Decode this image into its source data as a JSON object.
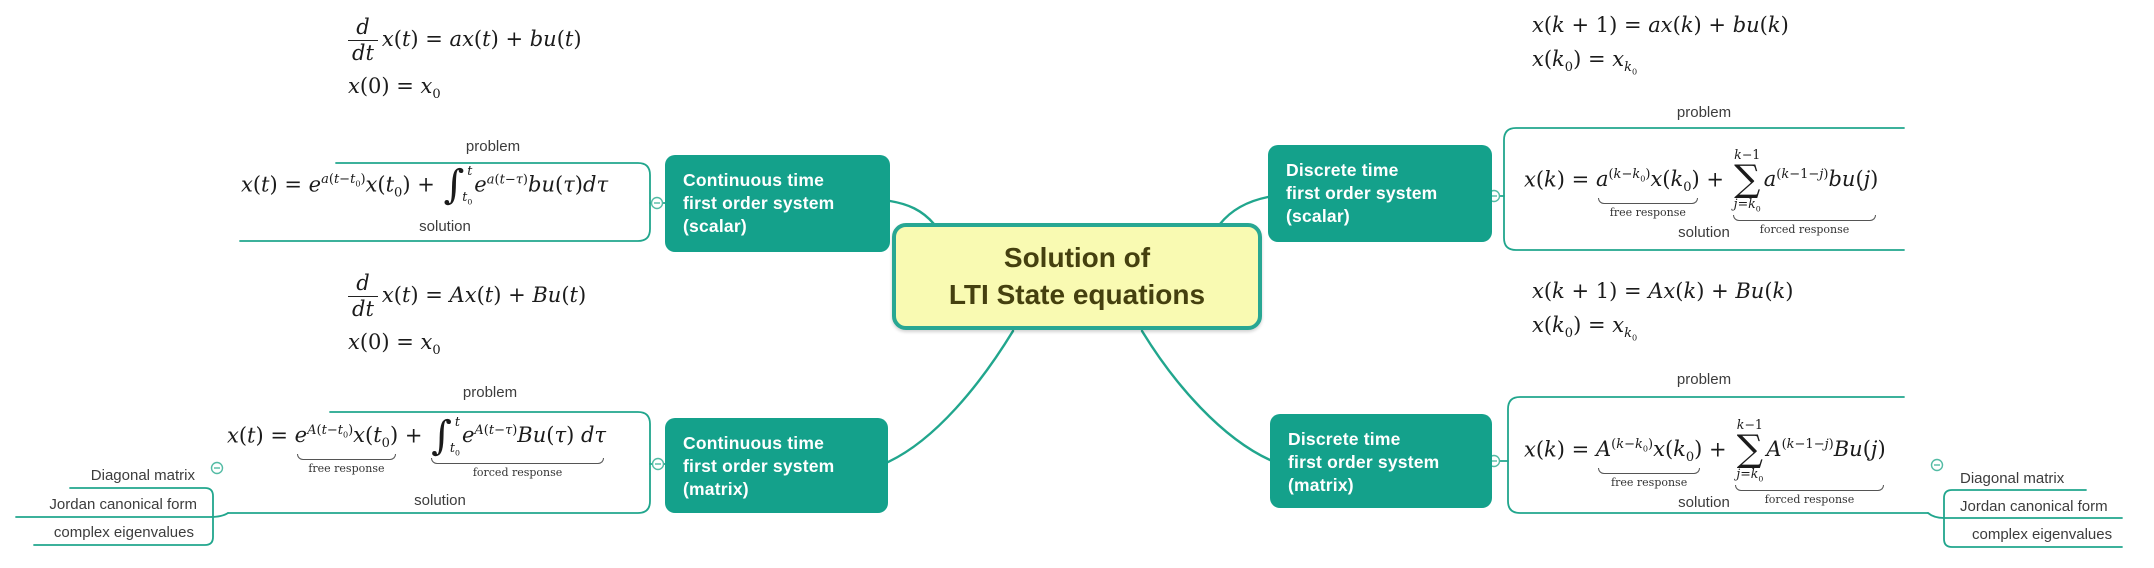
{
  "colors": {
    "branch": "#21a68d",
    "node_fill": "#14a18b",
    "node_text": "#ffffff",
    "central_fill": "#f9fab2",
    "central_border": "#28a793",
    "central_text": "#45400f",
    "label_text": "#3c3c3c",
    "math_text": "#1b1b1b"
  },
  "icons": {
    "toggle": "minus-circle-icon"
  },
  "central": {
    "lines": [
      "Solution of",
      "LTI State equations"
    ]
  },
  "nodes": [
    {
      "id": "ct_scalar",
      "lines": [
        "Continuous time",
        "first order system",
        "(scalar)"
      ]
    },
    {
      "id": "ct_matrix",
      "lines": [
        "Continuous time",
        "first order system",
        "(matrix)"
      ]
    },
    {
      "id": "dt_scalar",
      "lines": [
        "Discrete time",
        "first order system",
        "(scalar)"
      ]
    },
    {
      "id": "dt_matrix",
      "lines": [
        "Discrete time",
        "first order system",
        "(matrix)"
      ]
    }
  ],
  "groups": {
    "ct_scalar": {
      "problem_label": "problem",
      "solution_label": "solution",
      "problem1": [
        [
          "frac",
          [
            [
              "i",
              "d"
            ]
          ],
          [
            [
              "i",
              "dt"
            ]
          ]
        ],
        [
          "i",
          "x"
        ],
        [
          "r",
          "("
        ],
        [
          "i",
          "t"
        ],
        [
          "r",
          ")"
        ],
        [
          "r",
          " = "
        ],
        [
          "i",
          "ax"
        ],
        [
          "r",
          "("
        ],
        [
          "i",
          "t"
        ],
        [
          "r",
          ")"
        ],
        [
          "r",
          " + "
        ],
        [
          "i",
          "bu"
        ],
        [
          "r",
          "("
        ],
        [
          "i",
          "t"
        ],
        [
          "r",
          ")"
        ]
      ],
      "problem2": [
        [
          "i",
          "x"
        ],
        [
          "r",
          "(0)"
        ],
        [
          "r",
          " = "
        ],
        [
          "i",
          "x"
        ],
        [
          "sub",
          [
            [
              "r",
              "0"
            ]
          ]
        ]
      ],
      "solution": [
        [
          "i",
          "x"
        ],
        [
          "r",
          "("
        ],
        [
          "i",
          "t"
        ],
        [
          "r",
          ")"
        ],
        [
          "r",
          " = "
        ],
        [
          "i",
          "e"
        ],
        [
          "sup",
          [
            [
              "i",
              "a"
            ],
            [
              "r",
              "("
            ],
            [
              "i",
              "t"
            ],
            [
              "r",
              "−"
            ],
            [
              "i",
              "t"
            ],
            [
              "sub",
              [
                [
                  "r",
                  "0"
                ]
              ]
            ],
            [
              "r",
              ")"
            ]
          ]
        ],
        [
          "i",
          "x"
        ],
        [
          "r",
          "("
        ],
        [
          "i",
          "t"
        ],
        [
          "sub",
          [
            [
              "r",
              "0"
            ]
          ]
        ],
        [
          "r",
          ")"
        ],
        [
          "r",
          " + "
        ],
        [
          "int",
          [
            [
              "i",
              "t"
            ],
            [
              "sub",
              [
                [
                  "r",
                  "0"
                ]
              ]
            ]
          ],
          [
            [
              "i",
              "t"
            ]
          ]
        ],
        [
          "i",
          "e"
        ],
        [
          "sup",
          [
            [
              "i",
              "a"
            ],
            [
              "r",
              "("
            ],
            [
              "i",
              "t"
            ],
            [
              "r",
              "−"
            ],
            [
              "i",
              "τ"
            ],
            [
              "r",
              ")"
            ]
          ]
        ],
        [
          "i",
          "bu"
        ],
        [
          "r",
          "("
        ],
        [
          "i",
          "τ"
        ],
        [
          "r",
          ")"
        ],
        [
          "i",
          "dτ"
        ]
      ]
    },
    "ct_matrix": {
      "problem_label": "problem",
      "solution_label": "solution",
      "problem1": [
        [
          "frac",
          [
            [
              "i",
              "d"
            ]
          ],
          [
            [
              "i",
              "dt"
            ]
          ]
        ],
        [
          "i",
          "x"
        ],
        [
          "r",
          "("
        ],
        [
          "i",
          "t"
        ],
        [
          "r",
          ")"
        ],
        [
          "r",
          " = "
        ],
        [
          "i",
          "Ax"
        ],
        [
          "r",
          "("
        ],
        [
          "i",
          "t"
        ],
        [
          "r",
          ")"
        ],
        [
          "r",
          " + "
        ],
        [
          "i",
          "Bu"
        ],
        [
          "r",
          "("
        ],
        [
          "i",
          "t"
        ],
        [
          "r",
          ")"
        ]
      ],
      "problem2": [
        [
          "i",
          "x"
        ],
        [
          "r",
          "(0)"
        ],
        [
          "r",
          " = "
        ],
        [
          "i",
          "x"
        ],
        [
          "sub",
          [
            [
              "r",
              "0"
            ]
          ]
        ]
      ],
      "solution": [
        [
          "i",
          "x"
        ],
        [
          "r",
          "("
        ],
        [
          "i",
          "t"
        ],
        [
          "r",
          ")"
        ],
        [
          "r",
          " = "
        ],
        [
          "ub",
          [
            [
              "i",
              "e"
            ],
            [
              "sup",
              [
                [
                  "i",
                  "A"
                ],
                [
                  "r",
                  "("
                ],
                [
                  "i",
                  "t"
                ],
                [
                  "r",
                  "−"
                ],
                [
                  "i",
                  "t"
                ],
                [
                  "sub",
                  [
                    [
                      "r",
                      "0"
                    ]
                  ]
                ],
                [
                  "r",
                  ")"
                ]
              ]
            ],
            [
              "i",
              "x"
            ],
            [
              "r",
              "("
            ],
            [
              "i",
              "t"
            ],
            [
              "sub",
              [
                [
                  "r",
                  "0"
                ]
              ]
            ],
            [
              "r",
              ")"
            ]
          ],
          "free response"
        ],
        [
          "r",
          " + "
        ],
        [
          "ub",
          [
            [
              "int",
              [
                [
                  "i",
                  "t"
                ],
                [
                  "sub",
                  [
                    [
                      "r",
                      "0"
                    ]
                  ]
                ]
              ],
              [
                [
                  "i",
                  "t"
                ]
              ]
            ],
            [
              "i",
              "e"
            ],
            [
              "sup",
              [
                [
                  "i",
                  "A"
                ],
                [
                  "r",
                  "("
                ],
                [
                  "i",
                  "t"
                ],
                [
                  "r",
                  "−"
                ],
                [
                  "i",
                  "τ"
                ],
                [
                  "r",
                  ")"
                ]
              ]
            ],
            [
              "i",
              "Bu"
            ],
            [
              "r",
              "("
            ],
            [
              "i",
              "τ"
            ],
            [
              "r",
              ")"
            ],
            [
              "r",
              " "
            ],
            [
              "i",
              "dτ"
            ]
          ],
          "forced response"
        ]
      ]
    },
    "dt_scalar": {
      "problem_label": "problem",
      "solution_label": "solution",
      "problem1": [
        [
          "i",
          "x"
        ],
        [
          "r",
          "("
        ],
        [
          "i",
          "k"
        ],
        [
          "r",
          " + 1)"
        ],
        [
          "r",
          " = "
        ],
        [
          "i",
          "ax"
        ],
        [
          "r",
          "("
        ],
        [
          "i",
          "k"
        ],
        [
          "r",
          ")"
        ],
        [
          "r",
          " + "
        ],
        [
          "i",
          "bu"
        ],
        [
          "r",
          "("
        ],
        [
          "i",
          "k"
        ],
        [
          "r",
          ")"
        ]
      ],
      "problem2": [
        [
          "i",
          "x"
        ],
        [
          "r",
          "("
        ],
        [
          "i",
          "k"
        ],
        [
          "sub",
          [
            [
              "r",
              "0"
            ]
          ]
        ],
        [
          "r",
          ")"
        ],
        [
          "r",
          " = "
        ],
        [
          "i",
          "x"
        ],
        [
          "sub",
          [
            [
              "i",
              "k"
            ],
            [
              "sub",
              [
                [
                  "r",
                  "0"
                ]
              ]
            ]
          ]
        ]
      ],
      "solution": [
        [
          "i",
          "x"
        ],
        [
          "r",
          "("
        ],
        [
          "i",
          "k"
        ],
        [
          "r",
          ")"
        ],
        [
          "r",
          " = "
        ],
        [
          "ub",
          [
            [
              "i",
              "a"
            ],
            [
              "sup",
              [
                [
                  "r",
                  "("
                ],
                [
                  "i",
                  "k"
                ],
                [
                  "r",
                  "−"
                ],
                [
                  "i",
                  "k"
                ],
                [
                  "sub",
                  [
                    [
                      "r",
                      "0"
                    ]
                  ]
                ],
                [
                  "r",
                  ")"
                ]
              ]
            ],
            [
              "i",
              "x"
            ],
            [
              "r",
              "("
            ],
            [
              "i",
              "k"
            ],
            [
              "sub",
              [
                [
                  "r",
                  "0"
                ]
              ]
            ],
            [
              "r",
              ")"
            ]
          ],
          "free response"
        ],
        [
          "r",
          " + "
        ],
        [
          "ub",
          [
            [
              "sum",
              [
                [
                  "i",
                  "j"
                ],
                [
                  "r",
                  "="
                ],
                [
                  "i",
                  "k"
                ],
                [
                  "sub",
                  [
                    [
                      "r",
                      "0"
                    ]
                  ]
                ]
              ],
              [
                [
                  "i",
                  "k"
                ],
                [
                  "r",
                  "−1"
                ]
              ]
            ],
            [
              "i",
              "a"
            ],
            [
              "sup",
              [
                [
                  "r",
                  "("
                ],
                [
                  "i",
                  "k"
                ],
                [
                  "r",
                  "−1−"
                ],
                [
                  "i",
                  "j"
                ],
                [
                  "r",
                  ")"
                ]
              ]
            ],
            [
              "i",
              "bu"
            ],
            [
              "r",
              "("
            ],
            [
              "i",
              "j"
            ],
            [
              "r",
              ")"
            ]
          ],
          "forced response"
        ]
      ]
    },
    "dt_matrix": {
      "problem_label": "problem",
      "solution_label": "solution",
      "problem1": [
        [
          "i",
          "x"
        ],
        [
          "r",
          "("
        ],
        [
          "i",
          "k"
        ],
        [
          "r",
          " + 1)"
        ],
        [
          "r",
          " = "
        ],
        [
          "i",
          "Ax"
        ],
        [
          "r",
          "("
        ],
        [
          "i",
          "k"
        ],
        [
          "r",
          ")"
        ],
        [
          "r",
          " + "
        ],
        [
          "i",
          "Bu"
        ],
        [
          "r",
          "("
        ],
        [
          "i",
          "k"
        ],
        [
          "r",
          ")"
        ]
      ],
      "problem2": [
        [
          "i",
          "x"
        ],
        [
          "r",
          "("
        ],
        [
          "i",
          "k"
        ],
        [
          "sub",
          [
            [
              "r",
              "0"
            ]
          ]
        ],
        [
          "r",
          ")"
        ],
        [
          "r",
          " = "
        ],
        [
          "i",
          "x"
        ],
        [
          "sub",
          [
            [
              "i",
              "k"
            ],
            [
              "sub",
              [
                [
                  "r",
                  "0"
                ]
              ]
            ]
          ]
        ]
      ],
      "solution": [
        [
          "i",
          "x"
        ],
        [
          "r",
          "("
        ],
        [
          "i",
          "k"
        ],
        [
          "r",
          ")"
        ],
        [
          "r",
          " = "
        ],
        [
          "ub",
          [
            [
              "i",
              "A"
            ],
            [
              "sup",
              [
                [
                  "r",
                  "("
                ],
                [
                  "i",
                  "k"
                ],
                [
                  "r",
                  "−"
                ],
                [
                  "i",
                  "k"
                ],
                [
                  "sub",
                  [
                    [
                      "r",
                      "0"
                    ]
                  ]
                ],
                [
                  "r",
                  ")"
                ]
              ]
            ],
            [
              "i",
              "x"
            ],
            [
              "r",
              "("
            ],
            [
              "i",
              "k"
            ],
            [
              "sub",
              [
                [
                  "r",
                  "0"
                ]
              ]
            ],
            [
              "r",
              ")"
            ]
          ],
          "free response"
        ],
        [
          "r",
          " + "
        ],
        [
          "ub",
          [
            [
              "sum",
              [
                [
                  "i",
                  "j"
                ],
                [
                  "r",
                  "="
                ],
                [
                  "i",
                  "k"
                ],
                [
                  "sub",
                  [
                    [
                      "r",
                      "0"
                    ]
                  ]
                ]
              ],
              [
                [
                  "i",
                  "k"
                ],
                [
                  "r",
                  "−1"
                ]
              ]
            ],
            [
              "i",
              "A"
            ],
            [
              "sup",
              [
                [
                  "r",
                  "("
                ],
                [
                  "i",
                  "k"
                ],
                [
                  "r",
                  "−1−"
                ],
                [
                  "i",
                  "j"
                ],
                [
                  "r",
                  ")"
                ]
              ]
            ],
            [
              "i",
              "Bu"
            ],
            [
              "r",
              "("
            ],
            [
              "i",
              "j"
            ],
            [
              "r",
              ")"
            ]
          ],
          "forced response"
        ]
      ]
    }
  },
  "children_left": [
    "Diagonal matrix",
    "Jordan canonical form",
    "complex eigenvalues"
  ],
  "children_right": [
    "Diagonal matrix",
    "Jordan canonical form",
    "complex eigenvalues"
  ]
}
